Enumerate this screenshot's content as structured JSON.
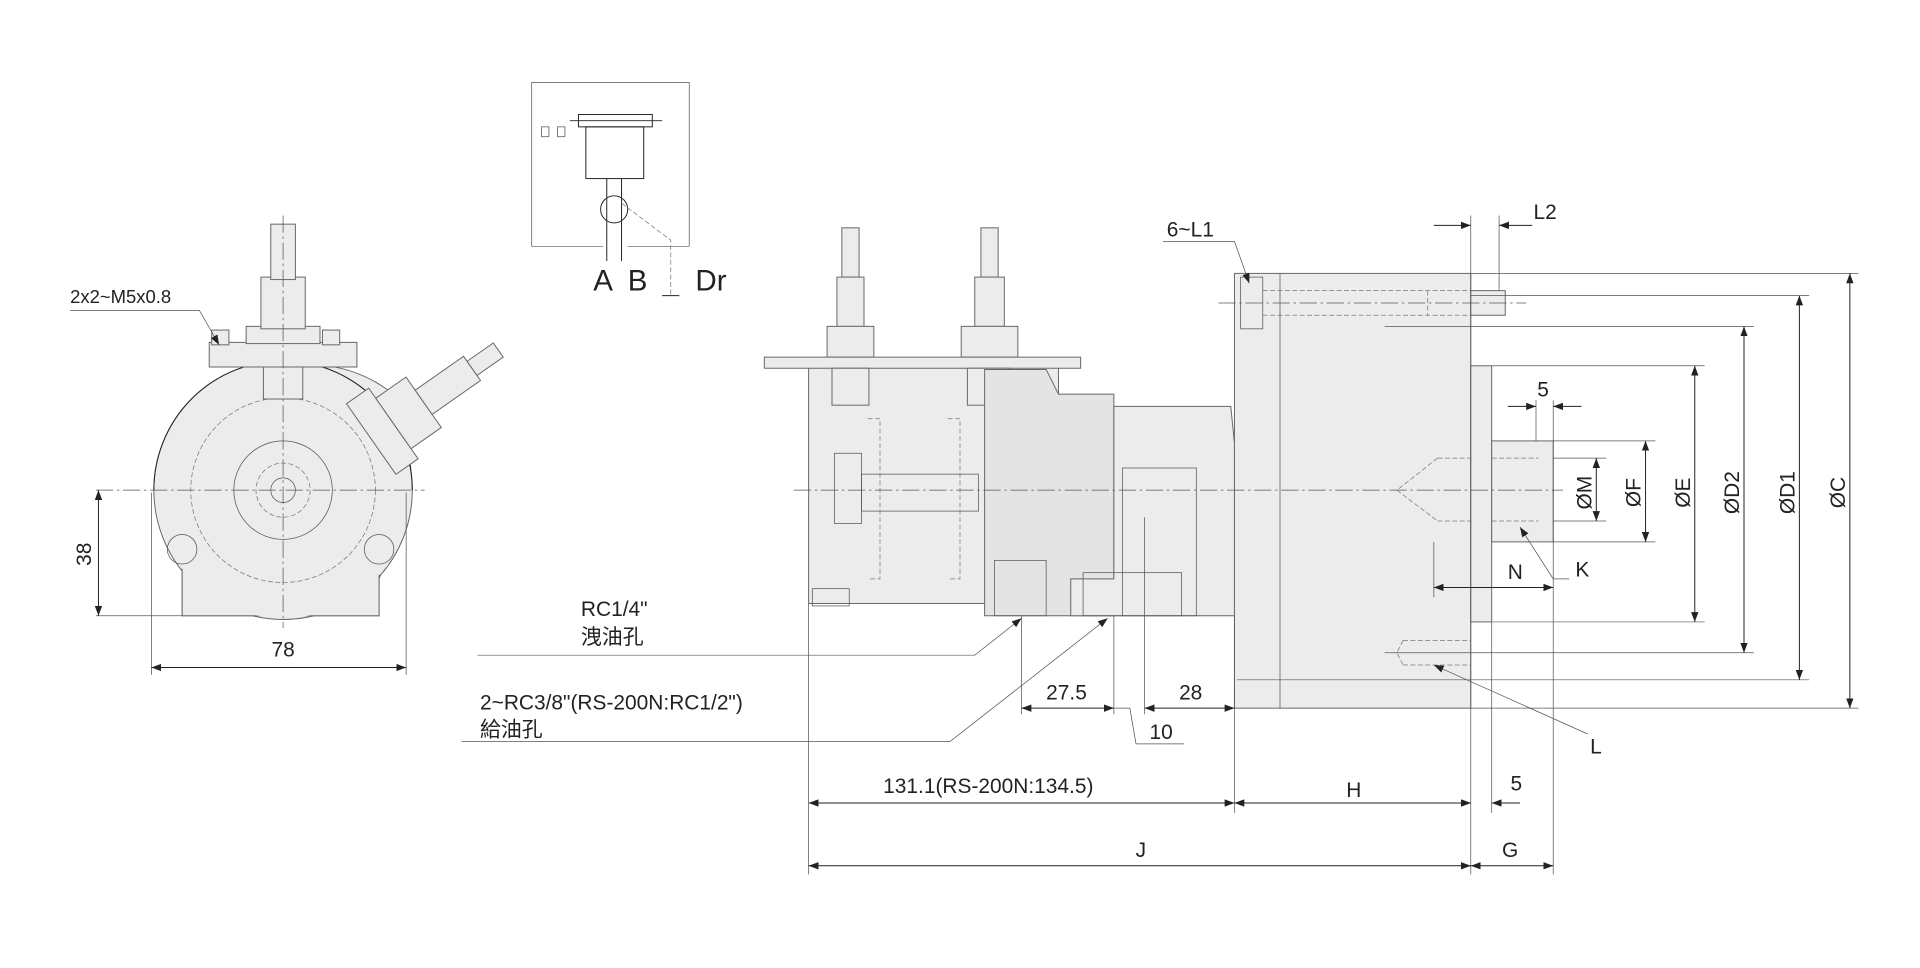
{
  "symbol": {
    "port_a": "A",
    "port_b": "B",
    "port_dr": "Dr"
  },
  "front_view": {
    "thread_label": "2x2~M5x0.8",
    "dim_height": "38",
    "dim_width": "78"
  },
  "side_view": {
    "drain_port": "RC1/4\"",
    "drain_port_cn": "洩油孔",
    "supply_port": "2~RC3/8\"(RS-200N:RC1/2\")",
    "supply_port_cn": "給油孔",
    "dim_27_5": "27.5",
    "dim_28": "28",
    "dim_10": "10",
    "dim_length": "131.1(RS-200N:134.5)",
    "dim_h": "H",
    "dim_5_bottom": "5",
    "dim_j": "J",
    "dim_g": "G",
    "dim_l1": "6~L1",
    "dim_l2": "L2",
    "dim_5_top": "5",
    "dim_n": "N",
    "dim_k": "K",
    "dim_l": "L",
    "dia_m": "ØM",
    "dia_f": "ØF",
    "dia_e": "ØE",
    "dia_d2": "ØD2",
    "dia_d1": "ØD1",
    "dia_c": "ØC"
  }
}
